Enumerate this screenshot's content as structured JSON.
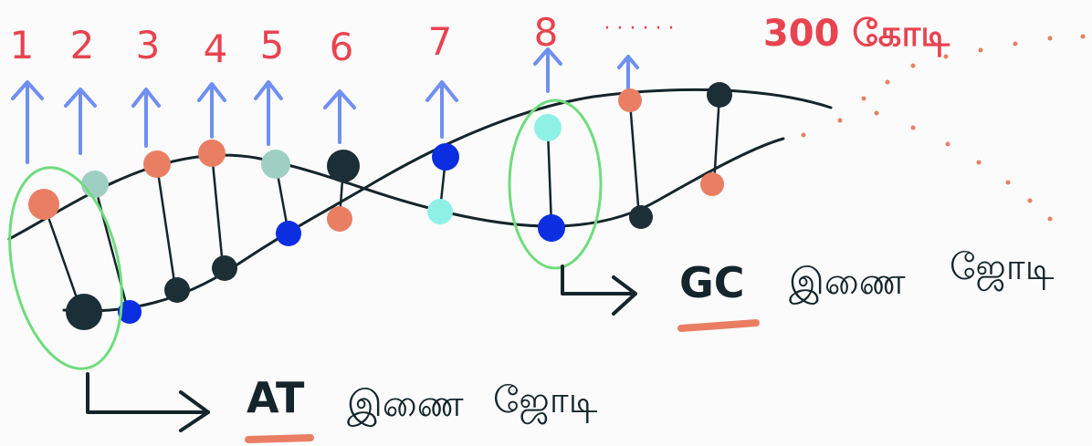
{
  "colors": {
    "red_text": "#e8434f",
    "arrow_blue": "#6f8ff2",
    "strand": "#14252b",
    "highlight": "#6fdc7d",
    "underline": "#ea7e62",
    "base_orange": "#ea7e62",
    "base_teal": "#9fcfc3",
    "base_dark": "#1c2e36",
    "base_blue": "#0b2ee0",
    "base_cyan": "#8ff0e6",
    "dots": "#ea7e62"
  },
  "positions": [
    "1",
    "2",
    "3",
    "4",
    "5",
    "6",
    "7",
    "8"
  ],
  "ellipsis": "· · · · · ·",
  "count_label": "300 கோடி",
  "pairs": [
    {
      "strong": "AT",
      "word1": "இணை",
      "word2": "ஜோடி"
    },
    {
      "strong": "GC",
      "word1": "இணை",
      "word2": "ஜோடி"
    }
  ]
}
